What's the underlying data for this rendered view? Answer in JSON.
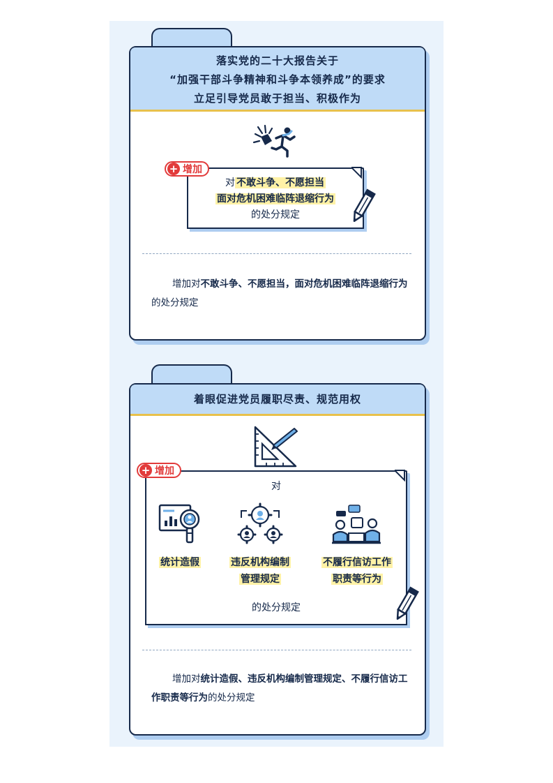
{
  "section1": {
    "heading_lines": [
      "落实党的二十大报告关于",
      "“加强干部斗争精神和斗争本领养成”的要求",
      "立足引导党员敢于担当、积极作为"
    ],
    "badge_label": "增加",
    "note_prefix": "对",
    "note_highlight_1": "不敢斗争、不愿担当",
    "note_highlight_2": "面对危机困难临阵退缩行为",
    "note_suffix": "的处分规定",
    "desc_prefix": "增加对",
    "desc_bold": "不敢斗争、不愿担当，面对危机困难临阵退缩行为",
    "desc_suffix": "的处分规定",
    "icons": [
      "running-figure-icon",
      "pen-icon"
    ]
  },
  "section2": {
    "heading": "着眼促进党员履职尽责、规范用权",
    "badge_label": "增加",
    "note_prefix": "对",
    "items": [
      {
        "icon": "statistics-magnifier-icon",
        "label_lines": [
          "统计造假"
        ]
      },
      {
        "icon": "gear-people-icon",
        "label_lines": [
          "违反机构编制",
          "管理规定"
        ]
      },
      {
        "icon": "people-chat-icon",
        "label_lines": [
          "不履行信访工作",
          "职责等行为"
        ]
      }
    ],
    "note_suffix": "的处分规定",
    "desc_prefix": "增加对",
    "desc_bold": "统计造假、违反机构编制管理规定、不履行信访工作职责等行为",
    "desc_suffix": "的处分规定",
    "icons": [
      "triangle-ruler-icon",
      "pen-icon"
    ]
  },
  "colors": {
    "navy": "#16294a",
    "header_blue": "#bfdbf7",
    "shadow_blue": "#aecdf0",
    "highlight_yellow": "#fff2a6",
    "badge_red": "#e23b3b",
    "gold_rule": "#e8c14c",
    "panel_bg": "#eaf3fc"
  }
}
